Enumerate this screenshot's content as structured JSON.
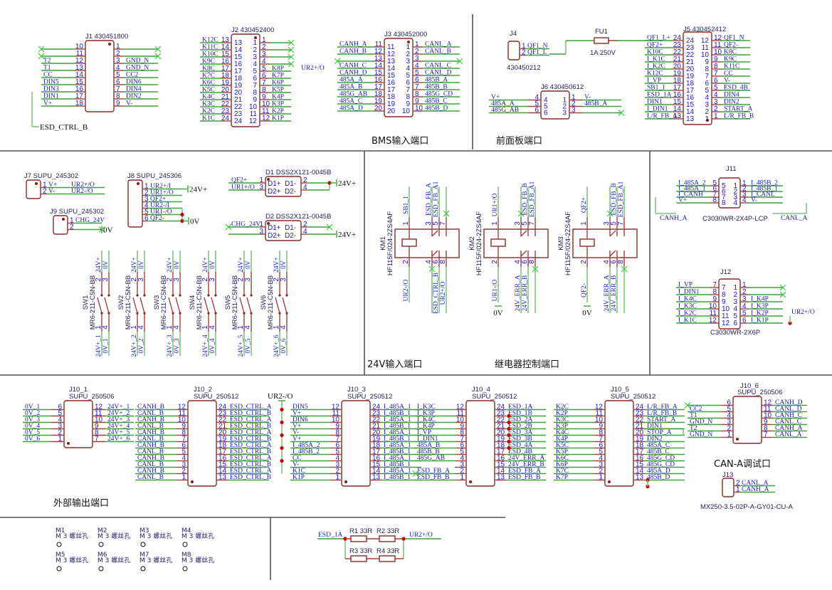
{
  "sections": {
    "bms_input": "BMS输入端口",
    "front_panel": "前面板端口",
    "input_24v": "24V输入端口",
    "relay_control": "继电器控制端口",
    "external_output": "外部输出端口",
    "can_a_debug": "CAN-A调试口"
  },
  "connectors": {
    "J1": {
      "ref": "J1 430451800",
      "left": [
        [
          "10",
          ""
        ],
        [
          "11",
          ""
        ],
        [
          "12",
          "T2"
        ],
        [
          "13",
          "T1"
        ],
        [
          "14",
          "CC"
        ],
        [
          "15",
          "DIN5"
        ],
        [
          "16",
          "DIN3"
        ],
        [
          "17",
          "DIN1"
        ],
        [
          "18",
          "V+"
        ]
      ],
      "right": [
        [
          "1",
          ""
        ],
        [
          "2",
          ""
        ],
        [
          "3",
          "GND_N"
        ],
        [
          "4",
          "GND_N"
        ],
        [
          "5",
          "CC2"
        ],
        [
          "6",
          "DIN6"
        ],
        [
          "7",
          "DIN4"
        ],
        [
          "8",
          "DIN2"
        ],
        [
          "9",
          "V-"
        ]
      ],
      "extra_net": "ESD_CTRL_B"
    },
    "J2": {
      "ref": "J2 430452400",
      "left": [
        [
          "13",
          "K12C"
        ],
        [
          "14",
          "K11C"
        ],
        [
          "15",
          "K10C"
        ],
        [
          "16",
          "K9C"
        ],
        [
          "17",
          "K8C"
        ],
        [
          "18",
          "K7C"
        ],
        [
          "19",
          "K6C"
        ],
        [
          "20",
          "K5C"
        ],
        [
          "21",
          "K4C"
        ],
        [
          "22",
          "K3C"
        ],
        [
          "23",
          "K2C"
        ],
        [
          "24",
          "K1C"
        ]
      ],
      "right": [
        [
          "1",
          ""
        ],
        [
          "2",
          ""
        ],
        [
          "3",
          ""
        ],
        [
          "4",
          ""
        ],
        [
          "5",
          "K8P"
        ],
        [
          "6",
          "K7P"
        ],
        [
          "7",
          "K6P"
        ],
        [
          "8",
          "K5P"
        ],
        [
          "9",
          "K4P"
        ],
        [
          "10",
          "K3P"
        ],
        [
          "11",
          "K2P"
        ],
        [
          "12",
          "K1P"
        ]
      ],
      "extra_net": "UR2+/O"
    },
    "J3": {
      "ref": "J3  430452000",
      "left": [
        [
          "11",
          "CANH_A"
        ],
        [
          "12",
          "CANH_B"
        ],
        [
          "13",
          ""
        ],
        [
          "14",
          "CANH_C"
        ],
        [
          "15",
          "CANH_D"
        ],
        [
          "16",
          "485A_A"
        ],
        [
          "17",
          "485A_B"
        ],
        [
          "18",
          "485G_AB"
        ],
        [
          "19",
          "485A_C"
        ],
        [
          "20",
          "485A_D"
        ]
      ],
      "right": [
        [
          "1",
          "CANL_A"
        ],
        [
          "2",
          "CANL_B"
        ],
        [
          "3",
          ""
        ],
        [
          "4",
          "CANL_C"
        ],
        [
          "5",
          "CANL_D"
        ],
        [
          "6",
          "485B_A"
        ],
        [
          "7",
          "485B_B"
        ],
        [
          "8",
          "485G_CD"
        ],
        [
          "9",
          "485B_C"
        ],
        [
          "10",
          "485B_D"
        ]
      ]
    },
    "J4": {
      "ref": "J4",
      "part": "430450212",
      "right": [
        [
          "1",
          "QF1_N"
        ],
        [
          "2",
          "QF1_L"
        ]
      ]
    },
    "FU1": {
      "ref": "FU1",
      "value": "1A 250V"
    },
    "J6": {
      "ref": "J6 430450612",
      "left": [
        [
          "4",
          "V+"
        ],
        [
          "5",
          "485A_A"
        ],
        [
          "6",
          "485G_AB"
        ]
      ],
      "right": [
        [
          "1",
          "V-"
        ],
        [
          "2",
          "485B_A"
        ],
        [
          "3",
          ""
        ]
      ]
    },
    "J5": {
      "ref": "J5  430452412",
      "left": [
        [
          "24",
          "QF1_L+"
        ],
        [
          "23",
          "QF2+"
        ],
        [
          "22",
          "K10C"
        ],
        [
          "21",
          "I_K1C"
        ],
        [
          "20",
          "I_K2C"
        ],
        [
          "19",
          "K12C"
        ],
        [
          "18",
          "I_VP"
        ],
        [
          "17",
          "SB1_1"
        ],
        [
          "16",
          "ESD_1A"
        ],
        [
          "15",
          "DIN1"
        ],
        [
          "14",
          "I_DIN1"
        ],
        [
          "13",
          "L/R_FB_A"
        ]
      ],
      "right": [
        [
          "12",
          "QF1_N"
        ],
        [
          "11",
          "QF2-"
        ],
        [
          "10",
          "K8C"
        ],
        [
          "9",
          "K9C"
        ],
        [
          "8",
          "K11C"
        ],
        [
          "7",
          "CC"
        ],
        [
          "6",
          "V-"
        ],
        [
          "5",
          "ESD_4B"
        ],
        [
          "4",
          "DIN4"
        ],
        [
          "3",
          "DIN2"
        ],
        [
          "2",
          "START_A"
        ],
        [
          "1",
          "L/R_FB_B"
        ]
      ]
    },
    "J7": {
      "ref": "J7 SUPU_245302",
      "right": [
        [
          "1",
          "V+",
          "UR2+/O"
        ],
        [
          "2",
          "V-",
          "UR2-/O"
        ]
      ]
    },
    "J9": {
      "ref": "J9 SUPU_245302",
      "right": [
        [
          "1",
          "CHG_24V"
        ],
        [
          "2",
          ""
        ]
      ],
      "power": "0V"
    },
    "J8": {
      "ref": "J8 SUPU_245306",
      "right": [
        [
          "1",
          "UR2+/I"
        ],
        [
          "2",
          "UR1+/O"
        ],
        [
          "3",
          "QF2+"
        ],
        [
          "4",
          "UR2-/I"
        ],
        [
          "5",
          "UR1-/O"
        ],
        [
          "6",
          "QF2-"
        ]
      ],
      "power_top": "24V+",
      "power_bottom": "0V"
    },
    "D1": {
      "ref": "D1  DSS2X121-0045B",
      "inputs": [
        "QF2+",
        "UR1+/O"
      ],
      "power": "24V+",
      "labels": [
        "D1+",
        "D1-",
        "D2+",
        "D2-"
      ],
      "pins": [
        "1",
        "3",
        "2",
        "4"
      ]
    },
    "D2": {
      "ref": "D2  DSS2X121-0045B",
      "inputs": [
        "CHG_24V",
        ""
      ],
      "power": "24V+",
      "labels": [
        "D1+",
        "D1-",
        "D2+",
        "D2-"
      ],
      "pins": [
        "1",
        "3",
        "2",
        "4"
      ]
    },
    "J11": {
      "ref": "J11",
      "part": "C3030WR-2X4P-LCP",
      "left": [
        [
          "5",
          "I_485A_2"
        ],
        [
          "6",
          "I_485A_1"
        ],
        [
          "7",
          "I_CANH"
        ],
        [
          "8",
          "V+"
        ]
      ],
      "right": [
        [
          "1",
          "I_485B_2"
        ],
        [
          "2",
          "I_485B_1"
        ],
        [
          "3",
          "I_CANL"
        ],
        [
          "4",
          "V-"
        ]
      ],
      "bottom_left": "CANH_A",
      "bottom_right": "CANL_A"
    },
    "J12": {
      "ref": "J12",
      "part": "C3030WR-2X6P",
      "left": [
        [
          "7",
          "I_VP"
        ],
        [
          "8",
          "I_DIN1"
        ],
        [
          "9",
          "I_K4C"
        ],
        [
          "10",
          "I_K3C"
        ],
        [
          "11",
          "I_K2C"
        ],
        [
          "12",
          "I_K1C"
        ]
      ],
      "right": [
        [
          "1",
          ""
        ],
        [
          "2",
          ""
        ],
        [
          "3",
          "I_K4P"
        ],
        [
          "4",
          "I_K3P"
        ],
        [
          "5",
          "I_K2P"
        ],
        [
          "6",
          "I_K1P"
        ]
      ],
      "extra_net": "UR2+/O"
    },
    "J10_1": {
      "ref": "J10_1",
      "part": "SUPU_250506",
      "left": [
        [
          "6",
          "0V_1"
        ],
        [
          "5",
          "0V_2"
        ],
        [
          "4",
          "0V_3"
        ],
        [
          "3",
          "0V_4"
        ],
        [
          "2",
          "0V_5"
        ],
        [
          "1",
          "0V_6"
        ]
      ],
      "right": [
        [
          "12",
          "24V+_1"
        ],
        [
          "11",
          "24V+_2"
        ],
        [
          "10",
          "24V+_3"
        ],
        [
          "9",
          "24V+_4"
        ],
        [
          "8",
          "24V+_5"
        ],
        [
          "7",
          "24V+_6"
        ]
      ]
    },
    "J10_2": {
      "ref": "J10_2",
      "part": "SUPU_250512",
      "left": [
        [
          "12",
          "CANH_B"
        ],
        [
          "11",
          "CANL_B"
        ],
        [
          "10",
          "CANH_B"
        ],
        [
          "9",
          "CANL_B"
        ],
        [
          "8",
          "CANH_B"
        ],
        [
          "7",
          "CANL_B"
        ],
        [
          "6",
          "CANH_B"
        ],
        [
          "5",
          "CANL_B"
        ],
        [
          "4",
          "CANH_B"
        ],
        [
          "3",
          "CANL_B"
        ],
        [
          "2",
          "CANH_B"
        ],
        [
          "1",
          "CANL_B"
        ]
      ],
      "right": [
        [
          "24",
          "ESD_CTRL_A"
        ],
        [
          "23",
          "ESD_CTRL_B"
        ],
        [
          "22",
          "ESD_CTRL_A"
        ],
        [
          "21",
          "ESD_CTRL_B"
        ],
        [
          "20",
          "ESD_CTRL_A"
        ],
        [
          "19",
          "ESD_CTRL_B"
        ],
        [
          "18",
          "ESD_CTRL_A"
        ],
        [
          "17",
          "ESD_CTRL_B"
        ],
        [
          "16",
          "ESD_CTRL_A"
        ],
        [
          "15",
          "ESD_CTRL_B"
        ],
        [
          "14",
          "ESD_CTRL_A"
        ],
        [
          "13",
          "ESD_CTRL_B"
        ]
      ],
      "power": "UR2-/O"
    },
    "J10_3": {
      "ref": "J10_3",
      "part": "SUPU_250512",
      "left": [
        [
          "12",
          "DIN5"
        ],
        [
          "11",
          "V+"
        ],
        [
          "10",
          "DIN6"
        ],
        [
          "9",
          "V+"
        ],
        [
          "8",
          "V-"
        ],
        [
          "7",
          "V+"
        ],
        [
          "6",
          "I_485A_2"
        ],
        [
          "5",
          "I_485B_2"
        ],
        [
          "4",
          "CC"
        ],
        [
          "3",
          "V-"
        ],
        [
          "2",
          "K1C"
        ],
        [
          "1",
          "K1P"
        ]
      ],
      "right": [
        [
          "24",
          "I_485A_1"
        ],
        [
          "23",
          "I_485B_1"
        ],
        [
          "22",
          "I_485A_1"
        ],
        [
          "21",
          "I_485B_1"
        ],
        [
          "20",
          "I_485A_1"
        ],
        [
          "19",
          "I_485B_1"
        ],
        [
          "18",
          "I_485A_1"
        ],
        [
          "17",
          "I_485B_1"
        ],
        [
          "16",
          "I_485A_1"
        ],
        [
          "15",
          "I_485B_1"
        ],
        [
          "14",
          "I_485A_1"
        ],
        [
          "13",
          "I_485B_1"
        ]
      ]
    },
    "J10_4": {
      "ref": "J10_4",
      "part": "SUPU_250512",
      "left": [
        [
          "12",
          "I_K3C"
        ],
        [
          "11",
          "I_K3P"
        ],
        [
          "10",
          "I_K4C"
        ],
        [
          "9",
          "I_K4P"
        ],
        [
          "8",
          "I_VP"
        ],
        [
          "7",
          "I_DIN1"
        ],
        [
          "6",
          "485A_B"
        ],
        [
          "5",
          "485B_B"
        ],
        [
          "4",
          "485G_AB"
        ],
        [
          "3",
          ""
        ],
        [
          "2",
          "ESD_FB_A"
        ],
        [
          "1",
          "ESD_FB_B"
        ]
      ],
      "right": [
        [
          "24",
          "ESD_1A"
        ],
        [
          "23",
          "ESD_1B"
        ],
        [
          "22",
          "ESD_2A"
        ],
        [
          "21",
          "ESD_2B"
        ],
        [
          "20",
          "ESD_3A"
        ],
        [
          "19",
          "ESD_3B"
        ],
        [
          "18",
          "ESD_4A"
        ],
        [
          "17",
          "ESD_4B"
        ],
        [
          "16",
          "24V_ERR_A"
        ],
        [
          "15",
          "24V_ERR_B"
        ],
        [
          "14",
          "ESD_FB_A"
        ],
        [
          "13",
          "ESD_FB_B"
        ]
      ]
    },
    "J10_5": {
      "ref": "J10_5",
      "part": "SUPU_250512",
      "left": [
        [
          "12",
          "K2C"
        ],
        [
          "11",
          "K2P"
        ],
        [
          "10",
          "K3C"
        ],
        [
          "9",
          "K3P"
        ],
        [
          "8",
          "K4C"
        ],
        [
          "7",
          "K4P"
        ],
        [
          "6",
          "K5C"
        ],
        [
          "5",
          "K5P"
        ],
        [
          "4",
          "K6C"
        ],
        [
          "3",
          "K6P"
        ],
        [
          "2",
          "K7C"
        ],
        [
          "1",
          "K7P"
        ]
      ],
      "right": [
        [
          "24",
          "L/R_FB_A"
        ],
        [
          "23",
          "L/R_FB_B"
        ],
        [
          "22",
          "START_A"
        ],
        [
          "21",
          "DIN1"
        ],
        [
          "20",
          "STOP_A"
        ],
        [
          "19",
          "DIN2"
        ],
        [
          "18",
          "485A_C"
        ],
        [
          "17",
          "485B_C"
        ],
        [
          "16",
          "485G_CD"
        ],
        [
          "15",
          "485G_CD"
        ],
        [
          "14",
          "485A_D"
        ],
        [
          "13",
          "485B_D"
        ]
      ]
    },
    "J10_6": {
      "ref": "J10_6",
      "part": "SUPU_250506",
      "left": [
        [
          "6",
          ""
        ],
        [
          "5",
          "CC2"
        ],
        [
          "4",
          "T1"
        ],
        [
          "3",
          "GND_N"
        ],
        [
          "2",
          "T2"
        ],
        [
          "1",
          "GND_N"
        ]
      ],
      "right": [
        [
          "12",
          "CANH_D"
        ],
        [
          "11",
          "CANL_D"
        ],
        [
          "10",
          "CANH_C"
        ],
        [
          "9",
          "CANL_C"
        ],
        [
          "8",
          "CANH_A"
        ],
        [
          "7",
          "CANL_A"
        ]
      ]
    },
    "J13": {
      "ref": "J13",
      "part": "MX250-3.5-02P-A-GY01-CU-A",
      "right": [
        [
          "2",
          "CANL_A"
        ],
        [
          "1",
          "CANH_A"
        ]
      ]
    }
  },
  "switches": [
    {
      "ref": "SW1",
      "part": "MR6-211-C5N-BB",
      "top": [
        "24V+",
        "0V"
      ],
      "bottom": [
        "24V+_1",
        "0V_1"
      ]
    },
    {
      "ref": "SW2",
      "part": "MR6-211-C5N-BB",
      "top": [
        "24V+",
        "0V"
      ],
      "bottom": [
        "24V+_2",
        "0V_2"
      ]
    },
    {
      "ref": "SW3",
      "part": "MR6-211-C5N-BB",
      "top": [
        "24V+",
        "0V"
      ],
      "bottom": [
        "24V+_3",
        "0V_3"
      ]
    },
    {
      "ref": "SW4",
      "part": "MR6-211-C5N-BB",
      "top": [
        "24V+",
        "0V"
      ],
      "bottom": [
        "24V+_4",
        "0V_4"
      ]
    },
    {
      "ref": "SW5",
      "part": "MR6-211-C5N-BB",
      "top": [
        "24V+",
        "0V"
      ],
      "bottom": [
        "24V+_5",
        "0V_5"
      ]
    },
    {
      "ref": "SW6",
      "part": "MR6-211-C5N-BB",
      "top": [
        "24V+",
        "0V"
      ],
      "bottom": [
        "24V+_6",
        "0V_6"
      ]
    }
  ],
  "switch_pins": [
    "2",
    "3",
    "1",
    "4"
  ],
  "relays": [
    {
      "ref": "KM1",
      "part": "HF115F/024-2ZS4AF",
      "coil_top": "SB1_1",
      "coil_bottom": "UR2-/O",
      "top": [
        "ESD_FB_A",
        "ESD_FB_A1",
        ""
      ],
      "bottom": [
        "",
        "ESD_CTRL_B",
        "UR2+/O"
      ],
      "power": ""
    },
    {
      "ref": "KM2",
      "part": "HF115F/024-2ZS4AF",
      "coil_top": "UR1+/O",
      "coil_bottom": "UR1-/O",
      "top": [
        "",
        "ESD_FB_B",
        "ESD_FB_A1"
      ],
      "bottom": [
        "24V_ERR_A",
        "24V_ERR_B",
        ""
      ],
      "power": "0V"
    },
    {
      "ref": "KM3",
      "part": "HF115F/024-2ZS4AF",
      "coil_top": "QF2+",
      "coil_bottom": "QF2-",
      "top": [
        "",
        "ESD_FB_B",
        "ESD_FB_A1"
      ],
      "bottom": [
        "24V_ERR_A",
        "24V_ERR_B",
        ""
      ],
      "power": "0V"
    }
  ],
  "relay_pins": [
    "1",
    "2",
    "3",
    "5",
    "7",
    "4",
    "6",
    "8"
  ],
  "mount_holes": [
    {
      "ref": "M1",
      "label": "M 3 螺丝孔"
    },
    {
      "ref": "M2",
      "label": "M 3 螺丝孔"
    },
    {
      "ref": "M3",
      "label": "M 3 螺丝孔"
    },
    {
      "ref": "M4",
      "label": "M 3 螺丝孔"
    },
    {
      "ref": "M5",
      "label": "M 3 螺丝孔"
    },
    {
      "ref": "M6",
      "label": "M 3 螺丝孔"
    },
    {
      "ref": "M7",
      "label": "M 3 螺丝孔"
    },
    {
      "ref": "M8",
      "label": "M 3 螺丝孔"
    }
  ],
  "resistors": {
    "in_net": "ESD_1A",
    "out_net": "UR2+/O",
    "items": [
      {
        "ref": "R1",
        "value": "33R"
      },
      {
        "ref": "R2",
        "value": "33R"
      },
      {
        "ref": "R3",
        "value": "33R"
      },
      {
        "ref": "R4",
        "value": "33R"
      }
    ]
  }
}
